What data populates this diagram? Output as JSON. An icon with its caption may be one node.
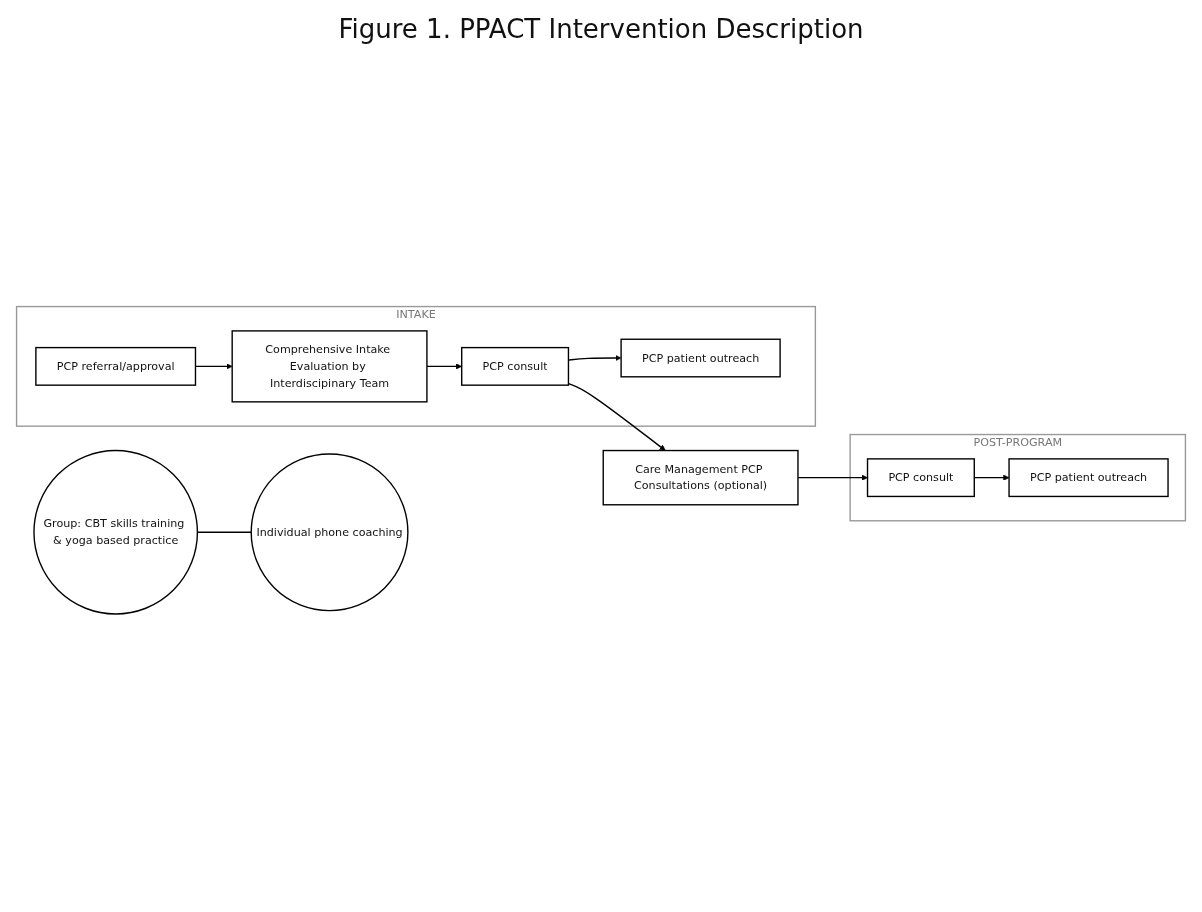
{
  "diagram": {
    "title": "Figure 1. PPACT Intervention Description",
    "nodes": [
      {
        "text": [
          "INTAKE"
        ]
      },
      {
        "text": [
          "PCP referral/approval"
        ],
        "in": 0
      },
      {
        "text": [
          "Comprehensive Intake Evaluation by Interdiscipinary Team"
        ],
        "in": 0
      },
      {
        "text": [
          "PCP consult"
        ],
        "in": 0
      },
      {
        "text": [
          "PCP patient outreach"
        ],
        "in": 0
      },
      {
        "text": [
          "Care Management PCP Consultations (optional)"
        ]
      },
      {
        "text": [
          "Group: CBT skills training & yoga based practice"
        ]
      },
      {
        "text": [
          "Individual phone coaching"
        ]
      },
      {
        "text": [
          "POST-PROGRAM"
        ]
      },
      {
        "text": [
          "PCP consult"
        ],
        "in": 8
      },
      {
        "text": [
          "PCP patient outreach"
        ],
        "in": 8
      }
    ],
    "edges": [
      {
        "from": 1,
        "to": 2,
        "arrow": "to"
      },
      {
        "from": 2,
        "to": 3,
        "arrow": "to"
      },
      {
        "from": 3,
        "to": 4,
        "arrow": "to"
      },
      {
        "from": 3,
        "to": 5,
        "arrow": "to"
      },
      {
        "from": 5,
        "to": 9,
        "arrow": "to"
      },
      {
        "from": 9,
        "to": 10,
        "arrow": "to"
      },
      {
        "from": 6,
        "to": 7,
        "arrow": "none"
      }
    ]
  }
}
